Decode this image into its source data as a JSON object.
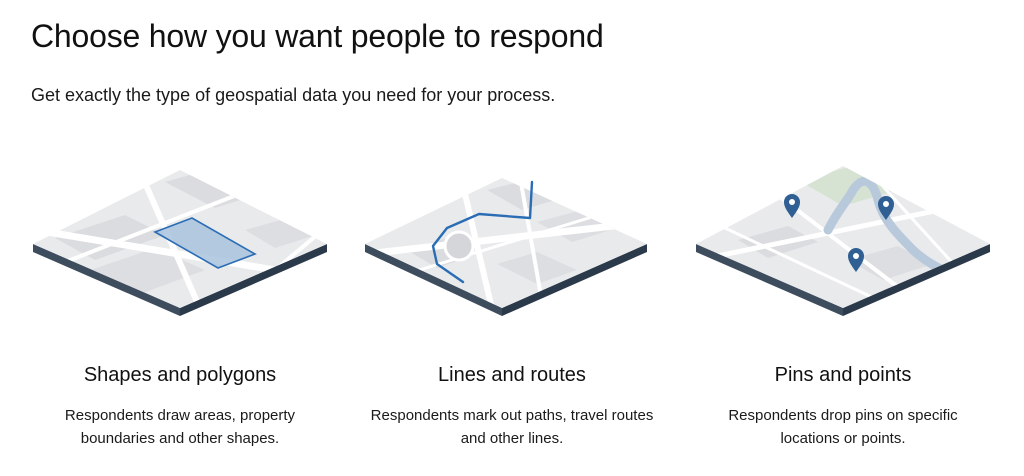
{
  "page": {
    "title": "Choose how you want people to respond",
    "subtitle": "Get exactly the type of geospatial data you need for your process."
  },
  "cards": [
    {
      "title": "Shapes and polygons",
      "description": "Respondents draw areas, property boundaries and other shapes.",
      "illustration": "map-with-polygon"
    },
    {
      "title": "Lines and routes",
      "description": "Respondents mark out paths, travel routes and other lines.",
      "illustration": "map-with-route"
    },
    {
      "title": "Pins and points",
      "description": "Respondents drop pins on specific locations or points.",
      "illustration": "map-with-pins"
    }
  ],
  "colors": {
    "map_surface": "#e9eaec",
    "map_street": "#ffffff",
    "map_block": "#d9dbde",
    "map_edge_dark": "#2b3a4a",
    "map_edge_light": "#3d4d5e",
    "accent_blue": "#2a6db5",
    "polygon_fill": "#a9c3de",
    "river": "#b9c9dc",
    "park": "#d6e2d2",
    "pin": "#2f5f93"
  }
}
